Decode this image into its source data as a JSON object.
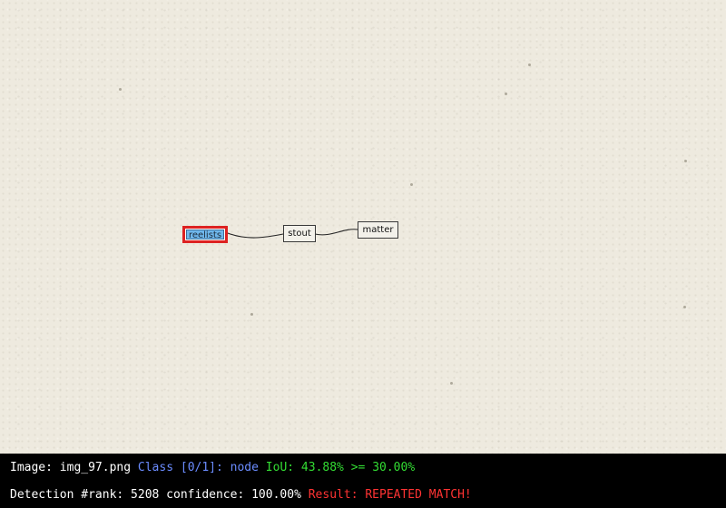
{
  "diagram": {
    "nodes": [
      {
        "id": "n1",
        "label": "reelists",
        "selected": true
      },
      {
        "id": "n2",
        "label": "stout",
        "selected": false
      },
      {
        "id": "n3",
        "label": "matter",
        "selected": false
      }
    ],
    "edges": [
      [
        "n1",
        "n2"
      ],
      [
        "n2",
        "n3"
      ]
    ],
    "selection_color": "#dd2222",
    "selected_fill": "#6fb7ec"
  },
  "hud": {
    "line1": {
      "image_label": "Image: ",
      "image_value": "img_97.png",
      "class_label": " Class [0/1]: ",
      "class_value": "node",
      "iou_text": " IoU: 43.88% >= 30.00%"
    },
    "line2": {
      "detection_text": "Detection #rank: 5208 confidence: 100.00% ",
      "result_text": "Result: REPEATED MATCH!"
    },
    "colors": {
      "white": "#ffffff",
      "blue": "#6b8cff",
      "green": "#33dd33",
      "red": "#ff3333"
    }
  }
}
